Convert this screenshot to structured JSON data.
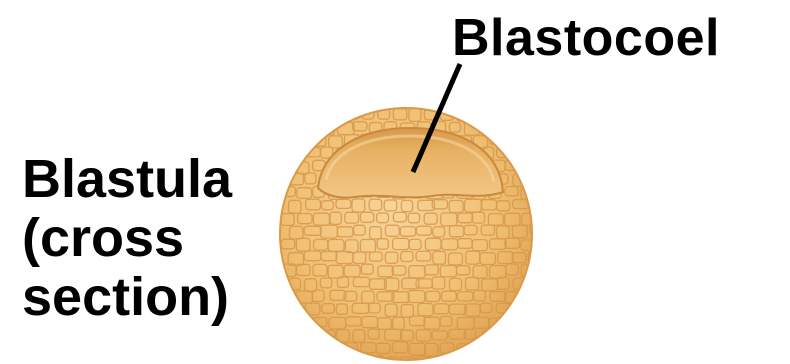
{
  "diagram": {
    "labels": {
      "cavity": "Blastocoel",
      "embryo_line1": "Blastula",
      "embryo_line2": "(cross",
      "embryo_line3": "section)"
    },
    "colors": {
      "background": "#ffffff",
      "label_text": "#000000",
      "cell_fill": "#f2c27a",
      "cell_outline": "#d99a4a",
      "cavity_fill": "#eab46a",
      "pointer_line": "#000000"
    }
  }
}
